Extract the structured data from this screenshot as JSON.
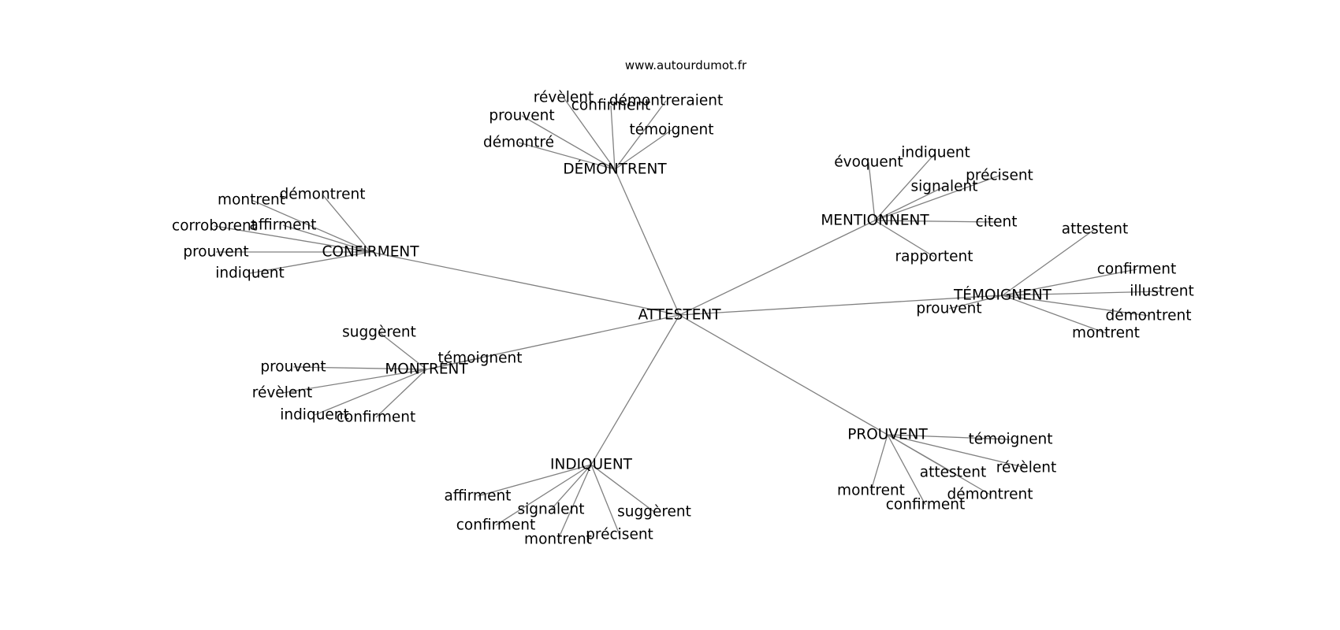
{
  "site": "www.autourdumot.fr",
  "center": "ATTESTENT",
  "groups": [
    {
      "hub": "DÉMONTRENT",
      "leaves": [
        "révèlent",
        "confirment",
        "démontreraient",
        "prouvent",
        "témoignent",
        "démontré"
      ]
    },
    {
      "hub": "MENTIONNENT",
      "leaves": [
        "évoquent",
        "indiquent",
        "signalent",
        "précisent",
        "citent",
        "rapportent"
      ]
    },
    {
      "hub": "CONFIRMENT",
      "leaves": [
        "démontrent",
        "montrent",
        "corroborent",
        "affirment",
        "prouvent",
        "indiquent"
      ]
    },
    {
      "hub": "TÉMOIGNENT",
      "leaves": [
        "attestent",
        "confirment",
        "illustrent",
        "prouvent",
        "démontrent",
        "montrent"
      ]
    },
    {
      "hub": "MONTRENT",
      "leaves": [
        "suggèrent",
        "témoignent",
        "prouvent",
        "révèlent",
        "indiquent",
        "confirment"
      ]
    },
    {
      "hub": "PROUVENT",
      "leaves": [
        "témoignent",
        "révèlent",
        "attestent",
        "montrent",
        "démontrent",
        "confirment"
      ]
    },
    {
      "hub": "INDIQUENT",
      "leaves": [
        "affirment",
        "signalent",
        "confirment",
        "suggèrent",
        "précisent",
        "montrent"
      ]
    }
  ]
}
